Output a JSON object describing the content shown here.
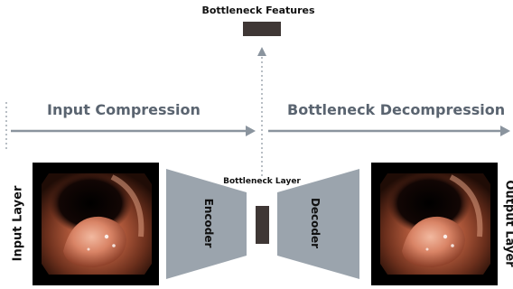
{
  "diagram": {
    "top_label": "Bottleneck Features",
    "left_section": "Input Compression",
    "right_section": "Bottleneck Decompression",
    "bottleneck_label": "Bottleneck Layer",
    "encoder": "Encoder",
    "decoder": "Decoder",
    "input_layer": "Input Layer",
    "output_layer": "Output Layer"
  },
  "colors": {
    "trapezoid": "#9ba4ad",
    "bottleneck": "#3f3735",
    "arrow": "#8a949e",
    "section_text": "#5a6470"
  }
}
